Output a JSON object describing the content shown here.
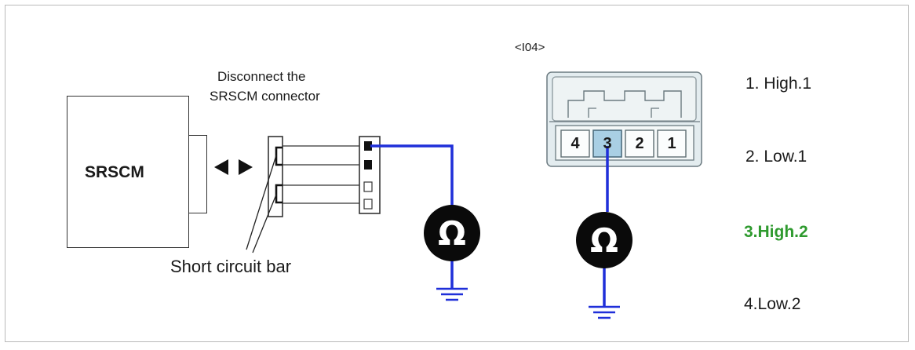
{
  "module": {
    "label": "SRSCM"
  },
  "instruction": {
    "line1": "Disconnect the",
    "line2": "SRSCM connector"
  },
  "short_bar": {
    "label": "Short circuit bar"
  },
  "connector": {
    "id": "<I04>",
    "pins_left_to_right": [
      "4",
      "3",
      "2",
      "1"
    ],
    "highlighted_pin": "3"
  },
  "pin_list": [
    {
      "text": "1. High.1",
      "color": "#1a1a1a"
    },
    {
      "text": "2. Low.1",
      "color": "#1a1a1a"
    },
    {
      "text": "3.High.2",
      "color": "#2e9a2e"
    },
    {
      "text": "4.Low.2",
      "color": "#1a1a1a"
    }
  ],
  "meter": {
    "symbol": "Ω"
  },
  "colors": {
    "wire": "#1f2fd9",
    "highlight_pin_fill": "#a9cfe4",
    "connector_body": "#e3ecef"
  }
}
